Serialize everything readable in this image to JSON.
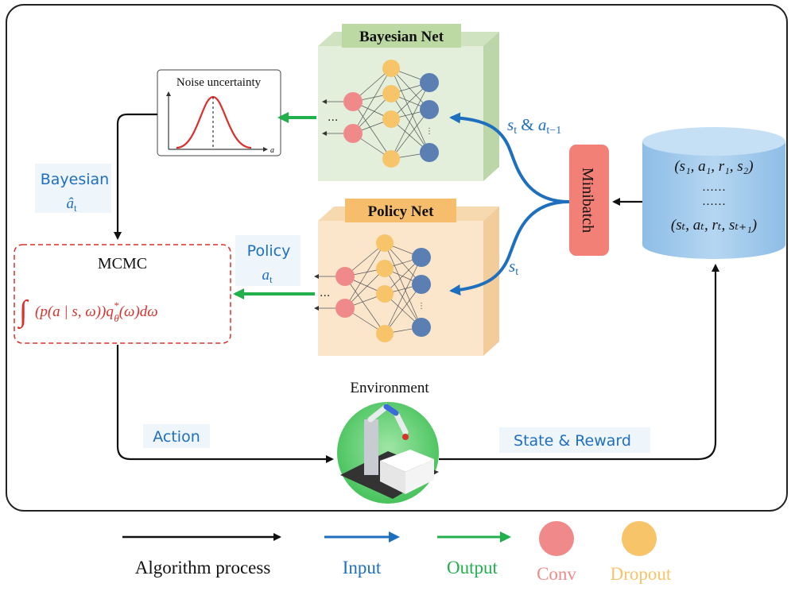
{
  "nets": {
    "bayesian_title": "Bayesian Net",
    "policy_title": "Policy Net",
    "ellipsis": "..."
  },
  "noise": {
    "title": "Noise uncertainty",
    "axis_label": "a"
  },
  "labels": {
    "bayesian_line1": "Bayesian",
    "bayesian_line2": "â",
    "bayesian_sub": "t",
    "policy_line1": "Policy",
    "policy_line2": "a",
    "policy_sub": "t",
    "st_at1_s": "s",
    "st_at1_ssub": "t",
    "st_at1_amp": " & ",
    "st_at1_a": "a",
    "st_at1_asub": "t−1",
    "st_s": "s",
    "st_sub": "t",
    "action": "Action",
    "state_reward": "State & Reward"
  },
  "mcmc": {
    "title": "MCMC",
    "formula_int": "∫",
    "formula_body": "(p(a | s, ω))q",
    "formula_sup": "*",
    "formula_sub": "θ",
    "formula_tail": "(ω)dω"
  },
  "minibatch": {
    "label": "Minibatch"
  },
  "buffer": {
    "row1": "(s₁, a₁, r₁, s₂)",
    "dots1": "……",
    "dots2": "……",
    "row2": "(sₜ, aₜ, rₜ, sₜ₊₁)"
  },
  "environment": {
    "title": "Environment"
  },
  "legend": {
    "algorithm": "Algorithm process",
    "input": "Input",
    "output": "Output",
    "conv": "Conv",
    "dropout": "Dropout"
  },
  "colors": {
    "black": "#111111",
    "blue": "#1f6fbf",
    "green": "#21b04b",
    "conv": "#f08a8a",
    "dropout": "#f7c46a",
    "node_blue": "#5b7fb3",
    "mcmc_red": "#d9302c",
    "minibatch": "#f28076",
    "buffer": "#9cc6ea",
    "bayes_front": "#e3eedb",
    "policy_front": "#fbe6cc"
  }
}
